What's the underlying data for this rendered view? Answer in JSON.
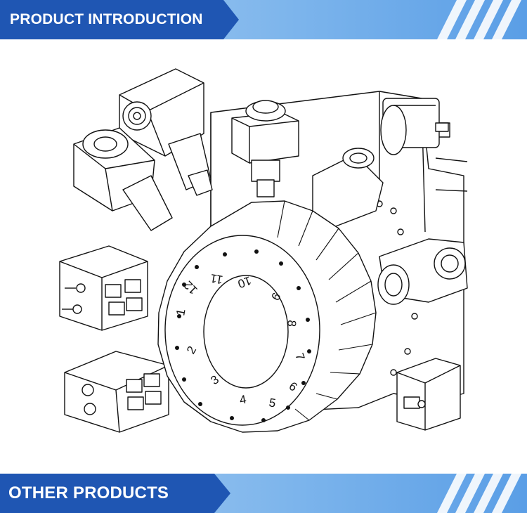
{
  "header": {
    "title": "PRODUCT INTRODUCTION"
  },
  "footer": {
    "title": "OTHER PRODUCTS"
  },
  "turret": {
    "numbers": [
      "1",
      "2",
      "3",
      "4",
      "5",
      "6",
      "7",
      "8",
      "9",
      "10",
      "11",
      "12"
    ]
  },
  "colors": {
    "banner_dark": "#1f56b3",
    "banner_light": "#7db5ec",
    "line": "#111111"
  },
  "icons": [
    "turret-drawing",
    "tool-holder-icon",
    "stripe-decor-icon"
  ]
}
